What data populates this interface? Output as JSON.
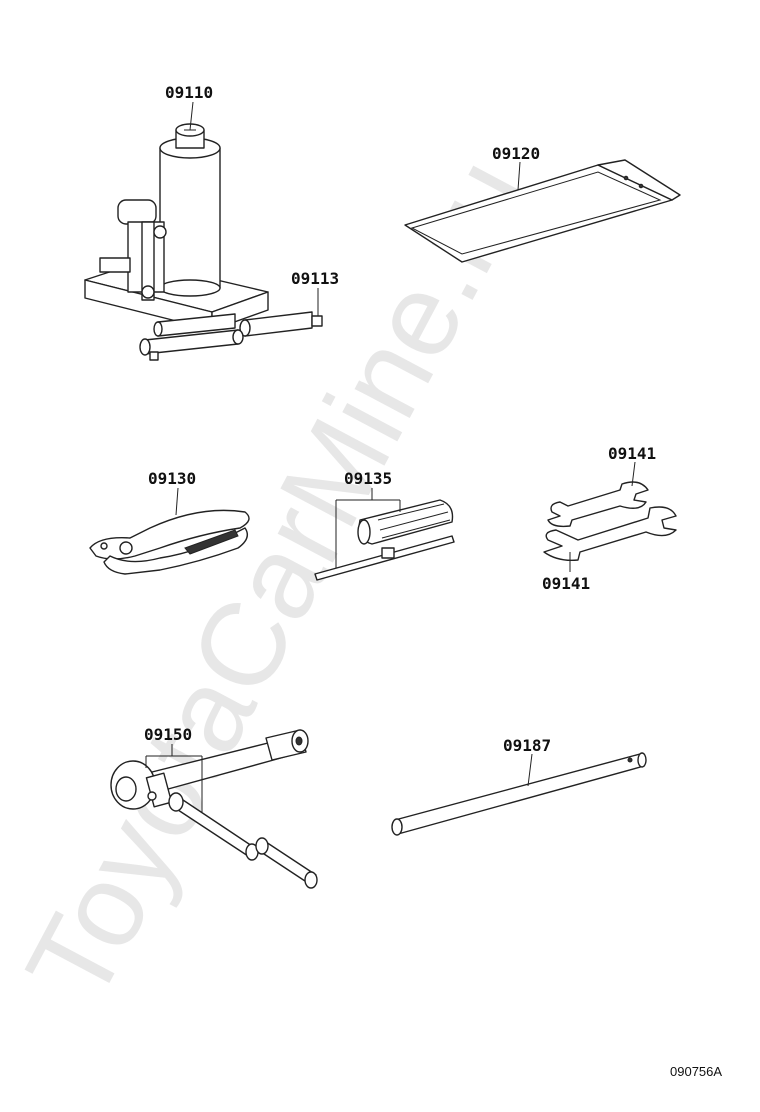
{
  "watermark": "ToyotaCarMine.ru",
  "figure_ref": "090756A",
  "parts": {
    "jack": "09110",
    "jack_handle": "09113",
    "tool_bag": "09120",
    "pliers": "09130",
    "screwdriver": "09135",
    "wrench_small": "09141",
    "wrench_large": "09141",
    "lug_wrench": "09150",
    "bar": "09187"
  }
}
